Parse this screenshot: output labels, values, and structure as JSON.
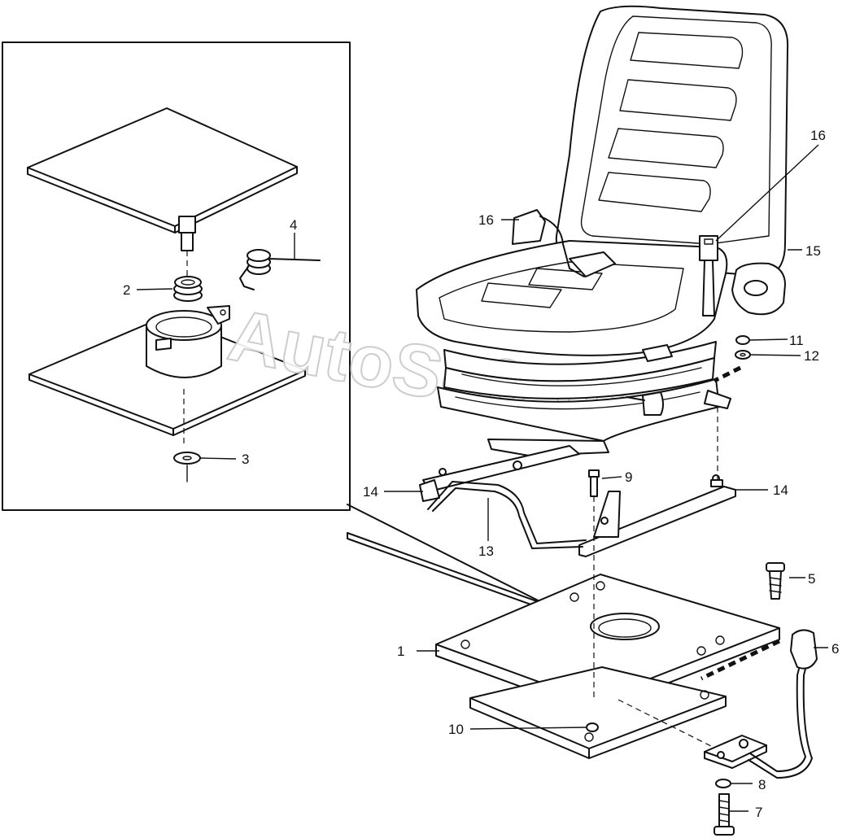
{
  "watermark": "AutoSoft.ru",
  "callouts": {
    "c1": "1",
    "c2": "2",
    "c3": "3",
    "c4": "4",
    "c5": "5",
    "c6": "6",
    "c7": "7",
    "c8": "8",
    "c9": "9",
    "c10": "10",
    "c11": "11",
    "c12": "12",
    "c13": "13",
    "c14a": "14",
    "c14b": "14",
    "c15": "15",
    "c16a": "16",
    "c16b": "16"
  }
}
